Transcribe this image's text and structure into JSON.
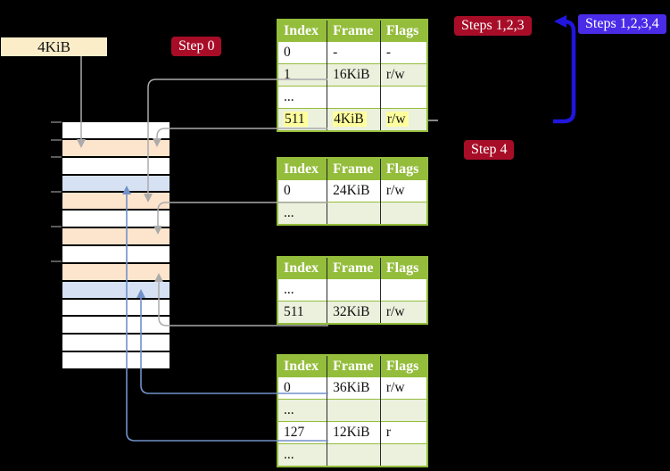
{
  "memory_label": "4KiB",
  "badges": {
    "step0": "Step 0",
    "steps123": "Steps 1,2,3",
    "steps1234": "Steps 1,2,3,4",
    "step4": "Step 4"
  },
  "colors": {
    "badge_red": "#A80D28",
    "badge_blue": "#4A2BE8",
    "table_header_green": "#94BD3C",
    "table_row_green": "#EBF1DD",
    "memory_peach": "#FCE4CD",
    "memory_blue": "#D6E2F3",
    "label_cream": "#FBEDC8",
    "highlight_yellow": "#FFFF9E",
    "connector_gray": "#ABABAB",
    "connector_blue": "#7191C8",
    "loop_arrow_blue": "#2016DE"
  },
  "memory_column": {
    "row_colors": [
      "white",
      "peach",
      "white",
      "blue",
      "peach",
      "white",
      "peach",
      "white",
      "peach",
      "blue",
      "white",
      "white",
      "white",
      "white"
    ]
  },
  "tables": [
    {
      "name": "level-4-table",
      "headers": [
        "Index",
        "Frame",
        "Flags"
      ],
      "rows": [
        [
          "0",
          "-",
          "-"
        ],
        [
          "1",
          "16KiB",
          "r/w"
        ],
        [
          "...",
          "",
          ""
        ],
        [
          "511",
          "4KiB",
          "r/w"
        ]
      ]
    },
    {
      "name": "level-3-table",
      "headers": [
        "Index",
        "Frame",
        "Flags"
      ],
      "rows": [
        [
          "0",
          "24KiB",
          "r/w"
        ],
        [
          "...",
          "",
          ""
        ]
      ]
    },
    {
      "name": "level-2-table",
      "headers": [
        "Index",
        "Frame",
        "Flags"
      ],
      "rows": [
        [
          "...",
          "",
          ""
        ],
        [
          "511",
          "32KiB",
          "r/w"
        ]
      ]
    },
    {
      "name": "level-1-table",
      "headers": [
        "Index",
        "Frame",
        "Flags"
      ],
      "rows": [
        [
          "0",
          "36KiB",
          "r/w"
        ],
        [
          "...",
          "",
          ""
        ],
        [
          "127",
          "12KiB",
          "r"
        ],
        [
          "...",
          "",
          ""
        ]
      ]
    }
  ]
}
